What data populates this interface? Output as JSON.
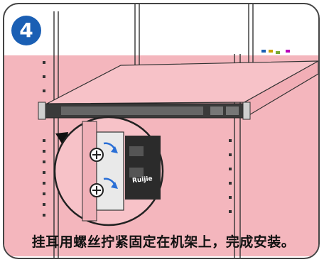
{
  "step": {
    "number": "4"
  },
  "caption": "挂耳用螺丝拧紧固定在机架上，完成安装。",
  "brand_label": "Ruijie",
  "colors": {
    "badge": "#1a5fb4",
    "band": "#f4b6bd",
    "device": "#2b2b2b",
    "arrow": "#2a6fd6"
  }
}
